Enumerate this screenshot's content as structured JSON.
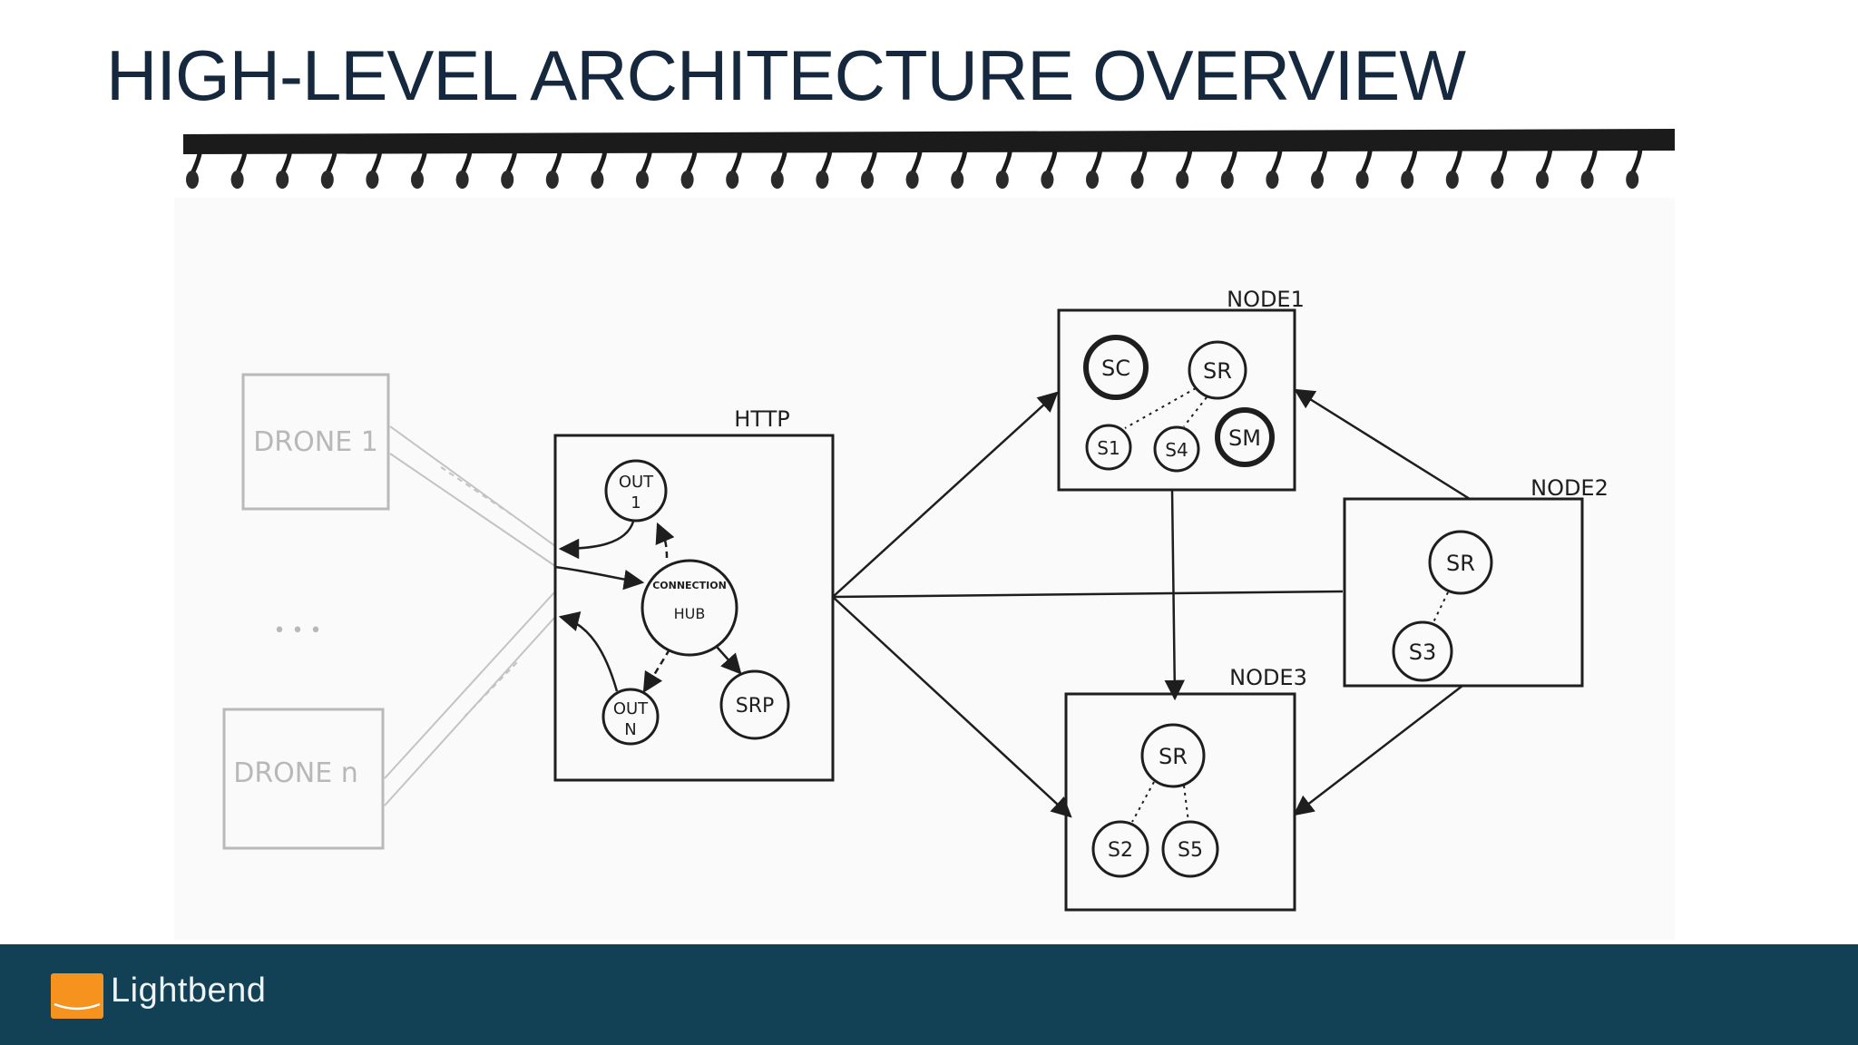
{
  "slide": {
    "title": "HIGH-LEVEL ARCHITECTURE OVERVIEW"
  },
  "diagram": {
    "drones": {
      "first": "DRONE 1",
      "ellipsis": "• • •",
      "last": "DRONE n"
    },
    "http_box": {
      "label": "HTTP",
      "out1_top": "OUT",
      "out1_bottom": "1",
      "hub_top": "CONNECTION",
      "hub_bottom": "HUB",
      "outn_top": "OUT",
      "outn_bottom": "N",
      "srp": "SRP"
    },
    "node1": {
      "label": "NODE1",
      "sc": "SC",
      "sr": "SR",
      "s1": "S1",
      "s4": "S4",
      "sm": "SM"
    },
    "node2": {
      "label": "NODE2",
      "sr": "SR",
      "s3": "S3"
    },
    "node3": {
      "label": "NODE3",
      "sr": "SR",
      "s2": "S2",
      "s5": "S5"
    }
  },
  "footer": {
    "brand": "Lightbend",
    "brand_color": "#f6931e",
    "bar_color": "#124156"
  }
}
